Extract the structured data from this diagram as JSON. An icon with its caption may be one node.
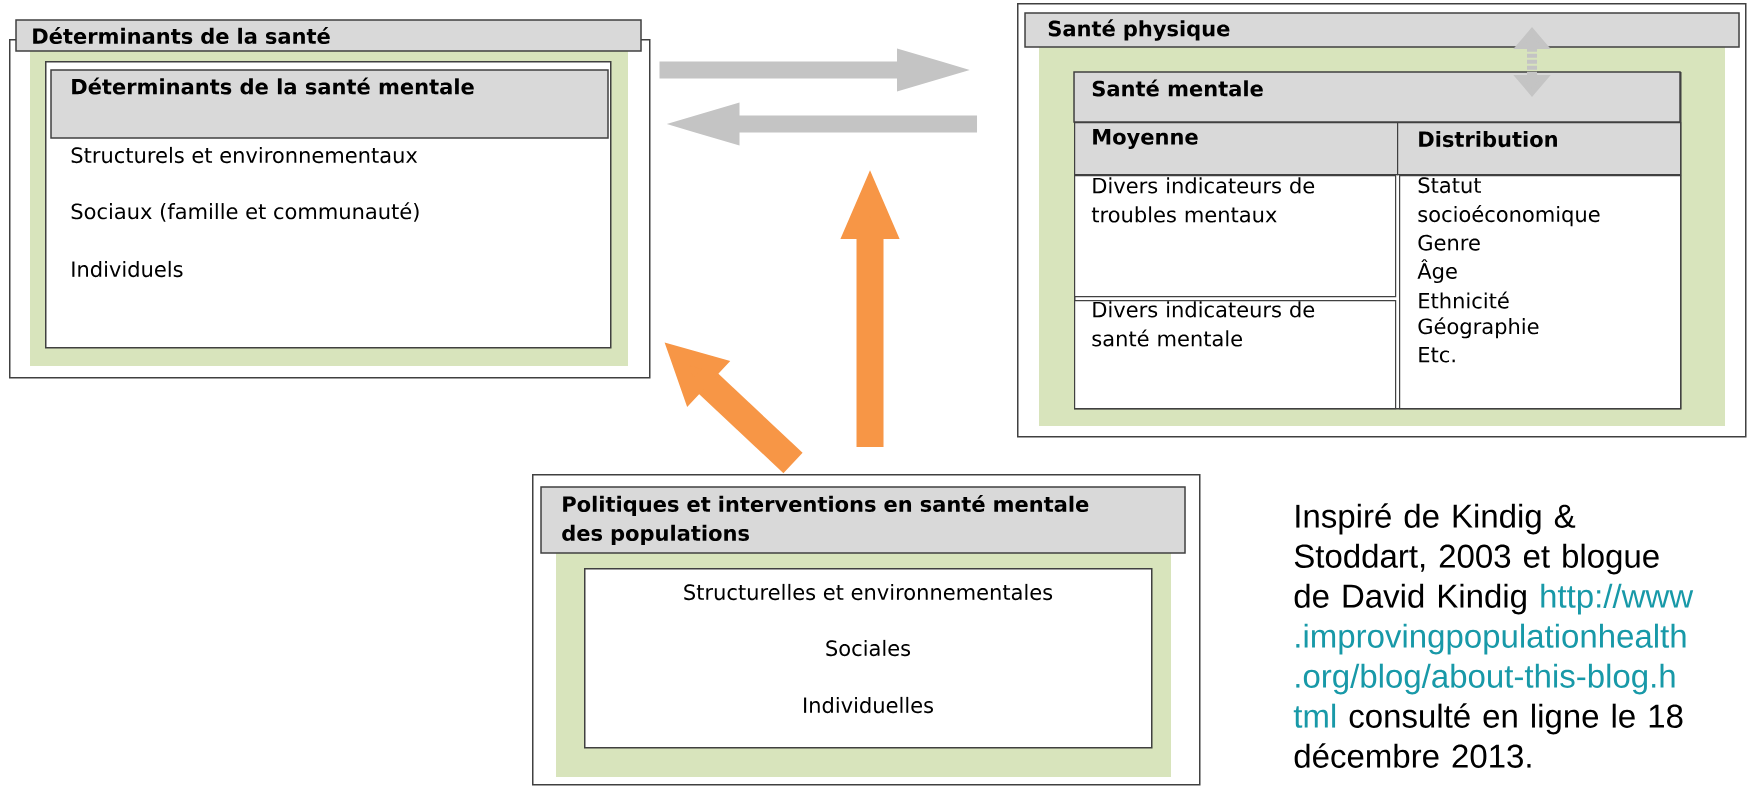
{
  "diagram": {
    "nodes": [
      {
        "text": [
          "Déterminants de la santé"
        ]
      },
      {
        "text": [
          "Déterminants de la santé mentale",
          "Structurels et environnementaux",
          "Sociaux (famille et communauté)",
          "Individuels"
        ],
        "in": 0
      },
      {
        "text": [
          "Santé physique"
        ]
      },
      {
        "text": [
          "Santé mentale"
        ],
        "in": 2
      },
      {
        "text": [
          "Moyenne"
        ],
        "in": 3
      },
      {
        "text": [
          "Distribution"
        ],
        "in": 3
      },
      {
        "text": [
          "Divers indicateurs de troubles mentaux"
        ],
        "in": 3
      },
      {
        "text": [
          "Divers indicateurs de santé mentale"
        ],
        "in": 3
      },
      {
        "text": [
          "Statut socioéconomique",
          "Genre",
          "Âge",
          "Ethnicité",
          "Géographie",
          "Etc."
        ],
        "in": 3
      },
      {
        "text": [
          "Politiques et interventions en santé mentale des populations"
        ]
      },
      {
        "text": [
          "Structurelles et environnementales",
          "Sociales",
          "Individuelles"
        ],
        "in": 9
      }
    ],
    "edges": [
      {
        "from": 0,
        "to": 2,
        "arrow": "to"
      },
      {
        "from": 2,
        "to": 0,
        "arrow": "to"
      },
      {
        "from": 2,
        "to": 3,
        "arrow": "both",
        "style": "dashed"
      },
      {
        "from": 9,
        "to": 0,
        "arrow": "to",
        "color": "#f79646"
      },
      {
        "from": 9,
        "to": null,
        "arrow": "to",
        "color": "#f79646"
      }
    ],
    "labels": [
      "Inspiré de Kindig & Stoddart, 2003 et blogue de David Kindig",
      "http://www.improvingpopulationhealth.org/blog/about-this-blog.html",
      "consulté en ligne le 18 décembre 2013."
    ]
  }
}
